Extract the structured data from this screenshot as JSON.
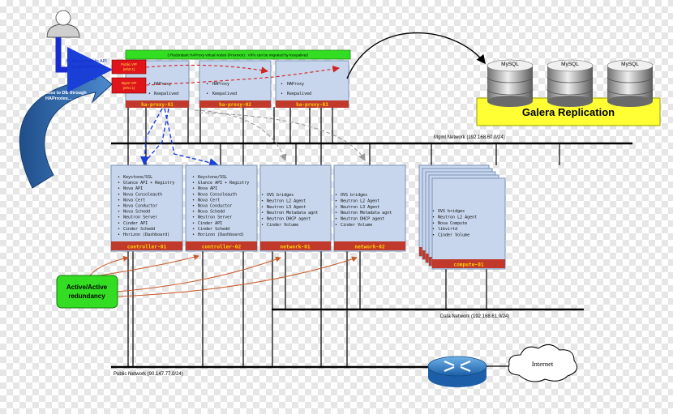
{
  "banner": {
    "text": "3 Redundant HAProxy virtual nodes (Proxmox) : VIPs can be migrated by Keepalived"
  },
  "user_access": {
    "api_label": [
      "Public access to API",
      "through HAProxies"
    ],
    "db_label": [
      "Access to DB through",
      "HAProxies..."
    ]
  },
  "vip_boxes": [
    [
      "Public VIP",
      "(eth0:1)"
    ],
    [
      "Mgmt VIP",
      "(eth1:1)"
    ]
  ],
  "haproxy_nodes": [
    {
      "name": "ha-proxy-01",
      "services": [
        "HAProxy",
        "Keepalived"
      ]
    },
    {
      "name": "ha-proxy-02",
      "services": [
        "HAProxy",
        "Keepalived"
      ]
    },
    {
      "name": "ha-proxy-03",
      "services": [
        "HAProxy",
        "Keepalived"
      ]
    }
  ],
  "db": {
    "nodes": [
      "MySQL",
      "MySQL",
      "MySQL"
    ],
    "replication_label": "Galera Replication"
  },
  "networks": {
    "mgmt": "Mgmt Network (192.168.60.0/24)",
    "data": "Data Network (192.168.61.0/24)",
    "public": "Public Network (90.147.77.0/24)"
  },
  "controller_nodes": [
    {
      "name": "controller-01",
      "services": [
        "Keystone/SSL",
        "Glance API + Registry",
        "Nova API",
        "Nova Consoleauth",
        "Nova Cert",
        "Nova Conductor",
        "Nova Schedd",
        "Neutron Server",
        "Cinder API",
        "Cinder Schedd",
        "Horizon (Dashboard)"
      ]
    },
    {
      "name": "controller-02",
      "services": [
        "Keystone/SSL",
        "Glance API + Registry",
        "Nova API",
        "Nova Consoleauth",
        "Nova Cert",
        "Nova Conductor",
        "Nova Schedd",
        "Neutron Server",
        "Cinder API",
        "Cinder Schedd",
        "Horizon (Dashboard)"
      ]
    }
  ],
  "network_nodes": [
    {
      "name": "network-01",
      "services": [
        "OVS bridges",
        "Neutron L2 Agent",
        "Neutron L3 Agent",
        "Neutron Metadata agnt",
        "Neutron DHCP agent",
        "Cinder Volume"
      ]
    },
    {
      "name": "network-02",
      "services": [
        "OVS bridges",
        "Neutron L2 Agent",
        "Neutron L3 Agent",
        "Neutron Metadata agnt",
        "Neutron DHCP agent",
        "Cinder Volume"
      ]
    }
  ],
  "compute_node": {
    "name": "compute-01",
    "services": [
      "OVS bridges",
      "Neutron L2 Agent",
      "Nova Compute",
      "libvirtd",
      "Cinder Volume"
    ]
  },
  "redundancy_label": [
    "Active/Active",
    "redundancy"
  ],
  "internet_label": "Internet",
  "colors": {
    "node_fill": "#c7d6ec",
    "node_stroke": "#7a94b8",
    "label_bar": "#c0392b",
    "label_text": "#ffd400",
    "banner": "#33dd22",
    "galera": "#ffff33",
    "blue_arrow": "#2a6bbf",
    "red_dashed": "#d22222"
  }
}
